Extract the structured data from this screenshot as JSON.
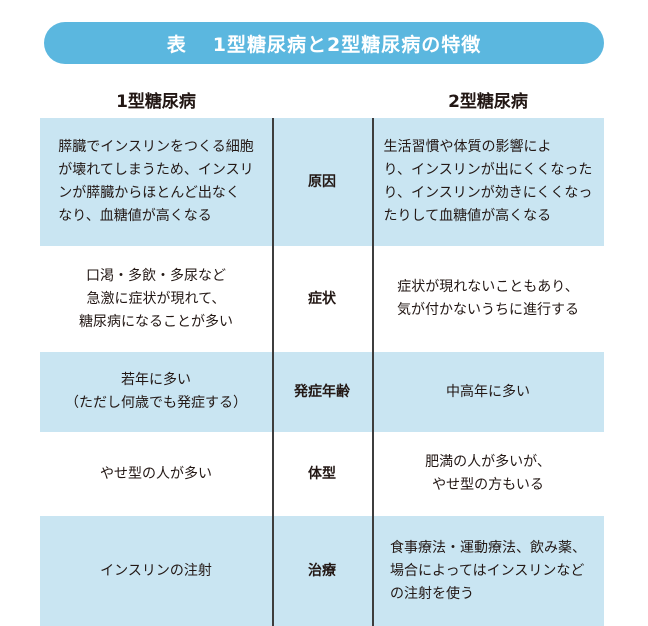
{
  "title": {
    "label": "表",
    "text": "1型糖尿病と2型糖尿病の特徴"
  },
  "columns": {
    "left": "1型糖尿病",
    "right": "2型糖尿病"
  },
  "rows": [
    {
      "category": "原因",
      "type1": "膵臓でインスリンをつくる細胞\nが壊れてしまうため、インスリ\nンが膵臓からほとんど出なく\nなり、血糖値が高くなる",
      "type2": "生活習慣や体質の影響によ\nり、インスリンが出にくくなった\nり、インスリンが効きにくくなっ\nたりして血糖値が高くなる"
    },
    {
      "category": "症状",
      "type1": "口渇・多飲・多尿など\n急激に症状が現れて、\n糖尿病になることが多い",
      "type2": "症状が現れないこともあり、\n気が付かないうちに進行する"
    },
    {
      "category": "発症年齢",
      "type1": "若年に多い\n（ただし何歳でも発症する）",
      "type2": "中高年に多い"
    },
    {
      "category": "体型",
      "type1": "やせ型の人が多い",
      "type2": "肥満の人が多いが、\nやせ型の方もいる"
    },
    {
      "category": "治療",
      "type1": "インスリンの注射",
      "type2": "食事療法・運動療法、飲み薬、\n場合によってはインスリンなど\nの注射を使う"
    }
  ],
  "colors": {
    "title_bar": "#5bb7df",
    "row_shade": "#c9e5f2",
    "divider": "#3d3d3d"
  }
}
